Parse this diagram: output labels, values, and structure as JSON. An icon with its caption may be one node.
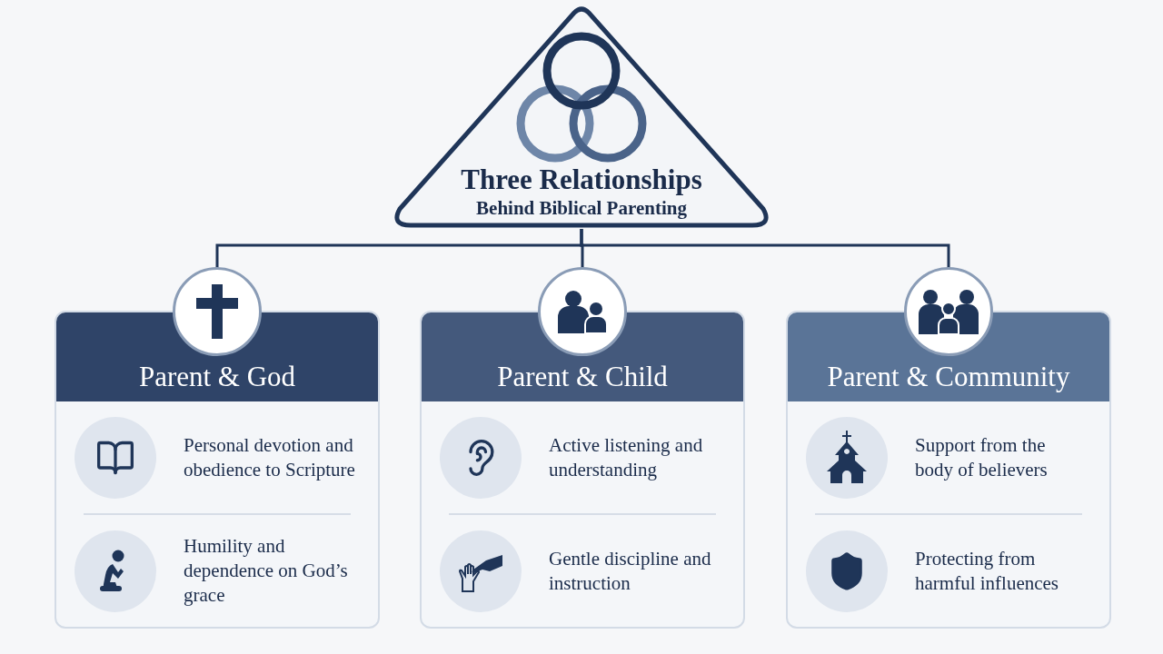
{
  "diagram": {
    "nodes": [
      {
        "text": [
          "Three Relationships",
          "Behind Biblical Parenting"
        ]
      },
      {
        "text": [
          "Parent & God"
        ]
      },
      {
        "text": [
          "Personal devotion and obedience to Scripture"
        ],
        "in": 1
      },
      {
        "text": [
          "Humility and dependence on God’s grace"
        ],
        "in": 1
      },
      {
        "text": [
          "Parent & Child"
        ]
      },
      {
        "text": [
          "Active listening and understanding"
        ],
        "in": 4
      },
      {
        "text": [
          "Gentle discipline and instruction"
        ],
        "in": 4
      },
      {
        "text": [
          "Parent & Community"
        ]
      },
      {
        "text": [
          "Support from the body of believers"
        ],
        "in": 7
      },
      {
        "text": [
          "Protecting from harmful influences"
        ],
        "in": 7
      }
    ],
    "edges": [
      {
        "from": 0,
        "to": 1,
        "arrow": "none"
      },
      {
        "from": 0,
        "to": 4,
        "arrow": "none"
      },
      {
        "from": 0,
        "to": 7,
        "arrow": "none"
      }
    ]
  }
}
